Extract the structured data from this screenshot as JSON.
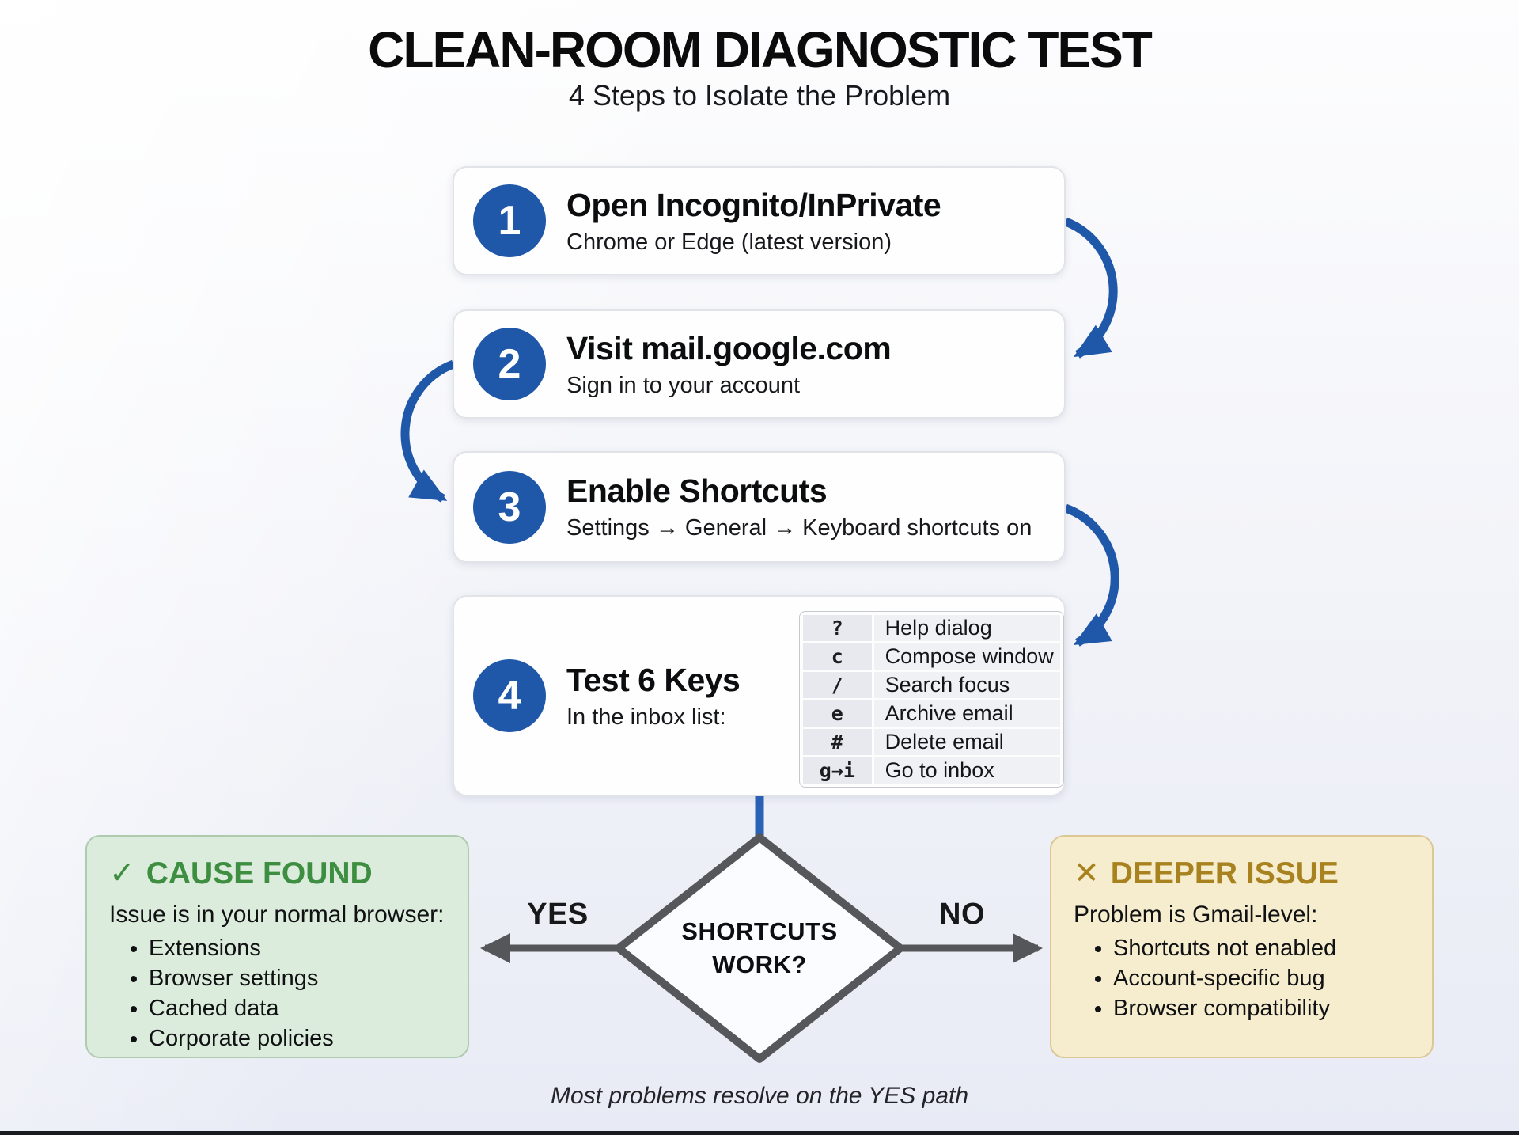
{
  "title": "CLEAN-ROOM DIAGNOSTIC TEST",
  "subtitle": "4 Steps to Isolate the Problem",
  "steps": [
    {
      "number": "1",
      "title": "Open Incognito/InPrivate",
      "subtitle": "Chrome or Edge (latest version)"
    },
    {
      "number": "2",
      "title": "Visit mail.google.com",
      "subtitle": "Sign in to your account"
    },
    {
      "number": "3",
      "title": "Enable Shortcuts",
      "subtitle": "Settings → General → Keyboard shortcuts on"
    },
    {
      "number": "4",
      "title": "Test 6 Keys",
      "subtitle": "In the inbox list:"
    }
  ],
  "shortcut_table": {
    "rows": [
      {
        "key": "?",
        "action": "Help dialog"
      },
      {
        "key": "c",
        "action": "Compose window"
      },
      {
        "key": "/",
        "action": "Search focus"
      },
      {
        "key": "e",
        "action": "Archive email"
      },
      {
        "key": "#",
        "action": "Delete email"
      },
      {
        "key": "g→i",
        "action": "Go to inbox"
      }
    ]
  },
  "decision": {
    "line1": "SHORTCUTS",
    "line2": "WORK?",
    "yes_label": "YES",
    "no_label": "NO"
  },
  "outcomes": {
    "yes": {
      "icon": "✓",
      "heading": "CAUSE FOUND",
      "intro": "Issue is in your normal browser:",
      "bullets": [
        "Extensions",
        "Browser settings",
        "Cached data",
        "Corporate policies"
      ]
    },
    "no": {
      "icon": "✕",
      "heading": "DEEPER ISSUE",
      "intro": "Problem is Gmail-level:",
      "bullets": [
        "Shortcuts not enabled",
        "Account-specific bug",
        "Browser compatibility"
      ]
    }
  },
  "footer_note": "Most problems resolve on the YES path",
  "colors": {
    "accent_blue": "#1f57a9",
    "diamond_gray": "#56575b",
    "green_heading": "#3e8e41",
    "green_bg": "#dcecdc",
    "tan_heading": "#a8821f",
    "tan_bg": "#f6ecce"
  }
}
